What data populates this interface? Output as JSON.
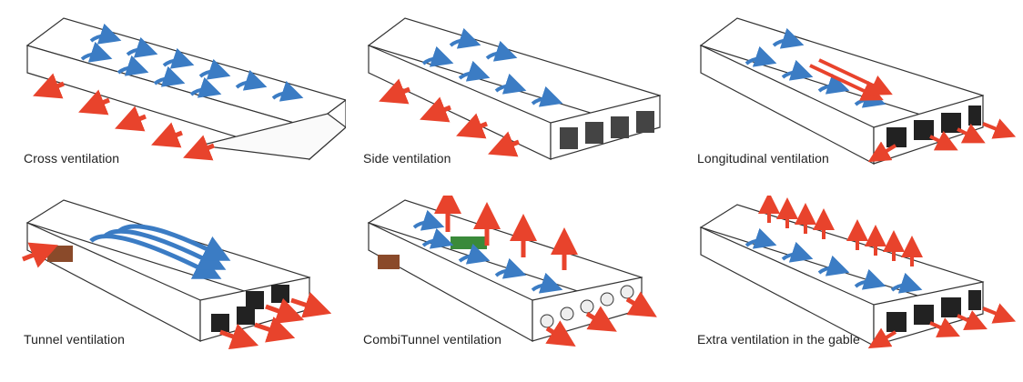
{
  "panels": [
    {
      "id": "cross",
      "caption": "Cross ventilation"
    },
    {
      "id": "side",
      "caption": "Side ventilation"
    },
    {
      "id": "longitudinal",
      "caption": "Longitudinal ventilation"
    },
    {
      "id": "tunnel",
      "caption": "Tunnel ventilation"
    },
    {
      "id": "combitunnel",
      "caption": "CombiTunnel ventilation"
    },
    {
      "id": "gable",
      "caption": "Extra ventilation in the gable"
    }
  ],
  "colors": {
    "outline": "#333333",
    "airflow_blue": "#3b7cc4",
    "exhaust_red": "#e8432c",
    "heater_brown": "#8a4a2a",
    "unit_green": "#3a8a3a"
  }
}
